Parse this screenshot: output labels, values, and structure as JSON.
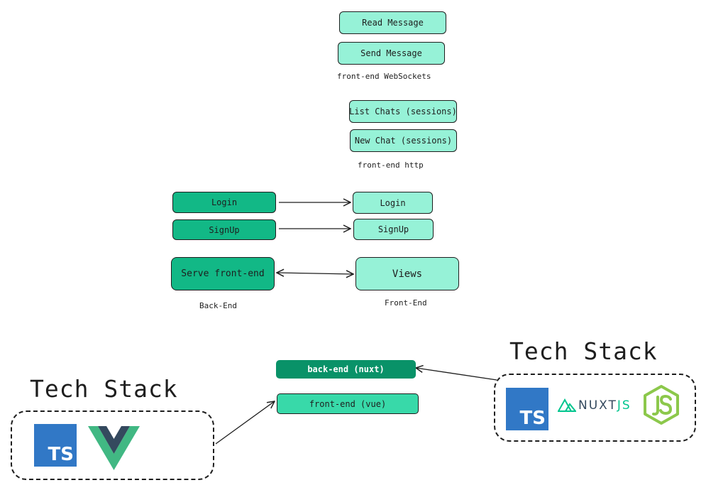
{
  "frontend_websockets": {
    "read_message": "Read Message",
    "send_message": "Send Message",
    "caption": "front-end WebSockets"
  },
  "frontend_http": {
    "list_chats": "List Chats (sessions)",
    "new_chat": "New Chat (sessions)",
    "caption": "front-end http"
  },
  "backend": {
    "login": "Login",
    "signup": "SignUp",
    "serve": "Serve front-end",
    "caption": "Back-End"
  },
  "frontend": {
    "login": "Login",
    "signup": "SignUp",
    "views": "Views",
    "caption": "Front-End"
  },
  "stack_boxes": {
    "backend_nuxt": "back-end (nuxt)",
    "frontend_vue": "front-end (vue)"
  },
  "tech_stack_left": {
    "title": "Tech Stack",
    "icons": [
      "typescript-icon",
      "vue-icon"
    ],
    "ts_label": "TS"
  },
  "tech_stack_right": {
    "title": "Tech Stack",
    "icons": [
      "typescript-icon",
      "nuxtjs-icon",
      "nodejs-icon"
    ],
    "ts_label": "TS",
    "nuxt_word": "NUXT",
    "nuxt_js": "JS"
  },
  "colors": {
    "light_mint": "#96f2d7",
    "mid_green": "#38d9a9",
    "dark_green": "#12b886",
    "darker_green": "#099268",
    "typescript_blue": "#3178c6",
    "vue_green": "#41b883",
    "vue_dark": "#34495e",
    "nuxt_green": "#00c58e",
    "node_green": "#8cc84b"
  }
}
